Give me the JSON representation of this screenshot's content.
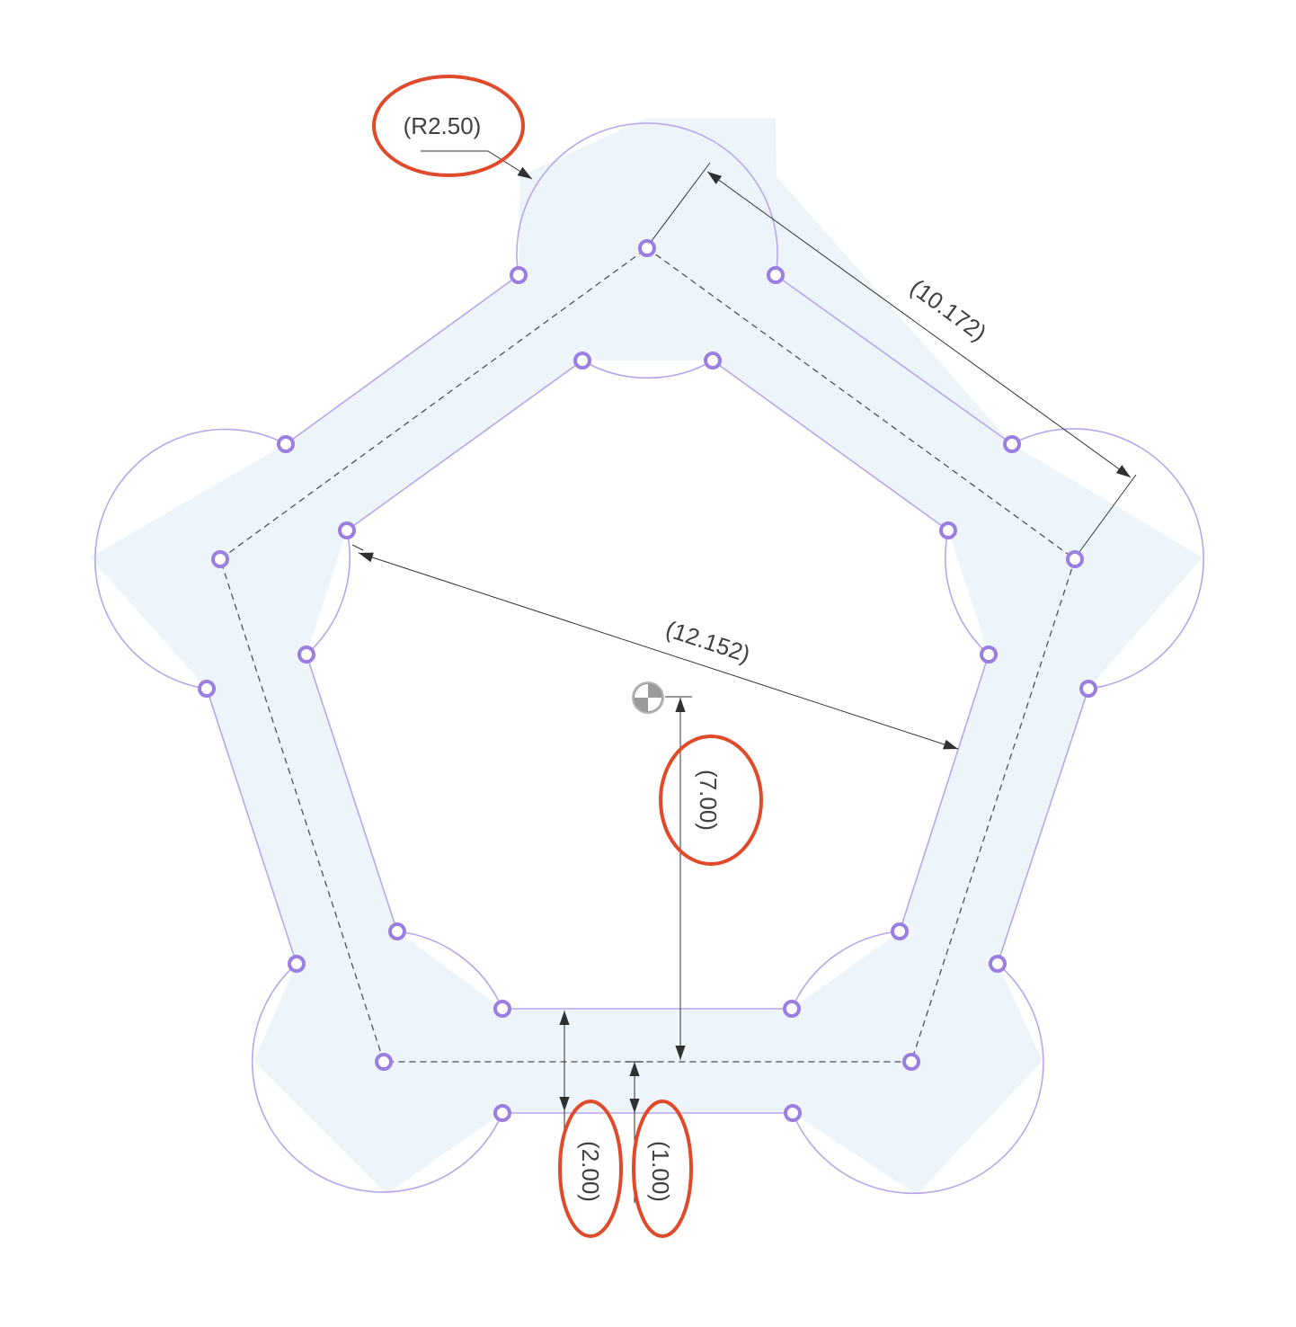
{
  "dimensions": {
    "radius": "(R2.50)",
    "side_length": "(10.172)",
    "inner_width": "(12.152)",
    "center_height": "(7.00)",
    "offset_inner": "(2.00)",
    "offset_outer": "(1.00)"
  },
  "highlighted": [
    "radius",
    "center_height",
    "offset_inner",
    "offset_outer"
  ],
  "colors": {
    "fill": "#eef5fa",
    "outline": "#b8a6ea",
    "point": "#9b7fe0",
    "construction": "#505050",
    "dimension": "#303030",
    "highlight": "#e04a2a"
  },
  "icons": {
    "origin": "origin-icon"
  }
}
